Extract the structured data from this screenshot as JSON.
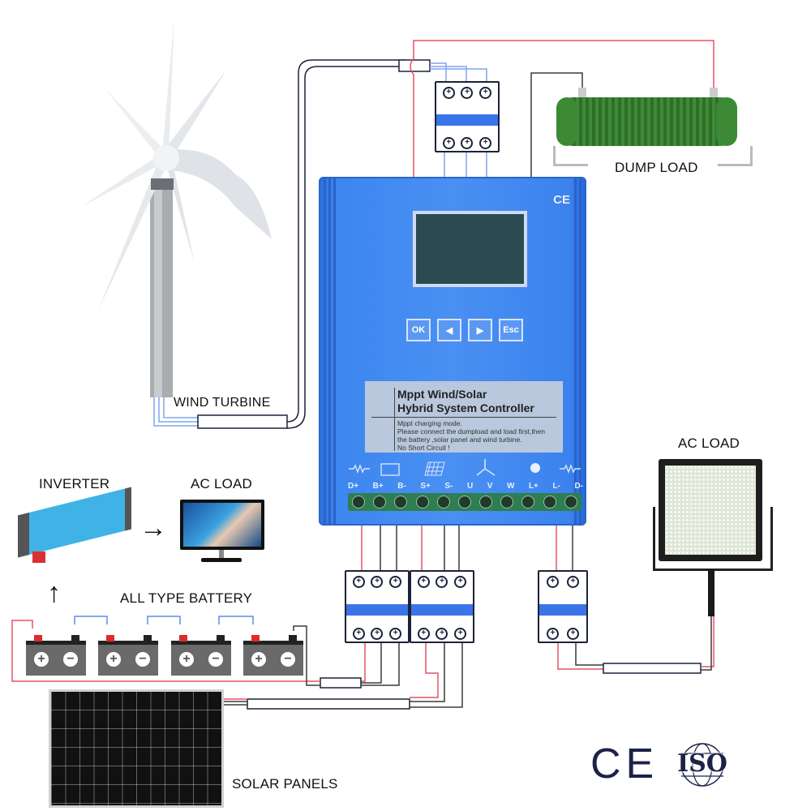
{
  "diagram": {
    "title": "Mppt Wind/Solar Hybrid System Controller wiring diagram",
    "components": {
      "wind_turbine": {
        "label": "WIND TURBINE"
      },
      "dump_load": {
        "label": "DUMP LOAD"
      },
      "ac_load_right": {
        "label": "AC LOAD"
      },
      "inverter": {
        "label": "INVERTER"
      },
      "ac_load_left": {
        "label": "AC LOAD"
      },
      "battery_bank": {
        "label": "ALL TYPE BATTERY",
        "count": 4,
        "pos_symbol": "+",
        "neg_symbol": "−"
      },
      "solar_panels": {
        "label": "SOLAR PANELS"
      }
    },
    "controller": {
      "ce_mark": "CE",
      "buttons": [
        "OK",
        "◀",
        "▶",
        "Esc"
      ],
      "panel_title_line1": "Mppt Wind/Solar",
      "panel_title_line2": "Hybrid System Controller",
      "panel_note_line1": "Mppt charging mode.",
      "panel_note_line2": "Please connect the dumpload and load first,then",
      "panel_note_line3": "the battery ,solar panel and wind turbine.",
      "panel_note_line4": "No Short Circuit !",
      "terminal_labels": [
        "D+",
        "B+",
        "B-",
        "S+",
        "S-",
        "U",
        "V",
        "W",
        "L+",
        "L-",
        "D-"
      ],
      "terminal_group_icons": [
        "resistor-icon",
        "battery-icon",
        "solar-panel-icon",
        "wind-turbine-icon",
        "lamp-icon",
        "resistor-icon"
      ]
    },
    "arrows": {
      "inverter_to_ac": "→",
      "battery_to_inverter": "↑"
    },
    "certifications": {
      "ce": "CE",
      "iso": "ISO"
    },
    "wire_colors": {
      "positive": "#e8506a",
      "negative": "#3a3a3a",
      "ac_phase": "#5b8ee8",
      "controller_blue": "#4a90f3",
      "breaker_blue": "#3b74e8"
    }
  }
}
